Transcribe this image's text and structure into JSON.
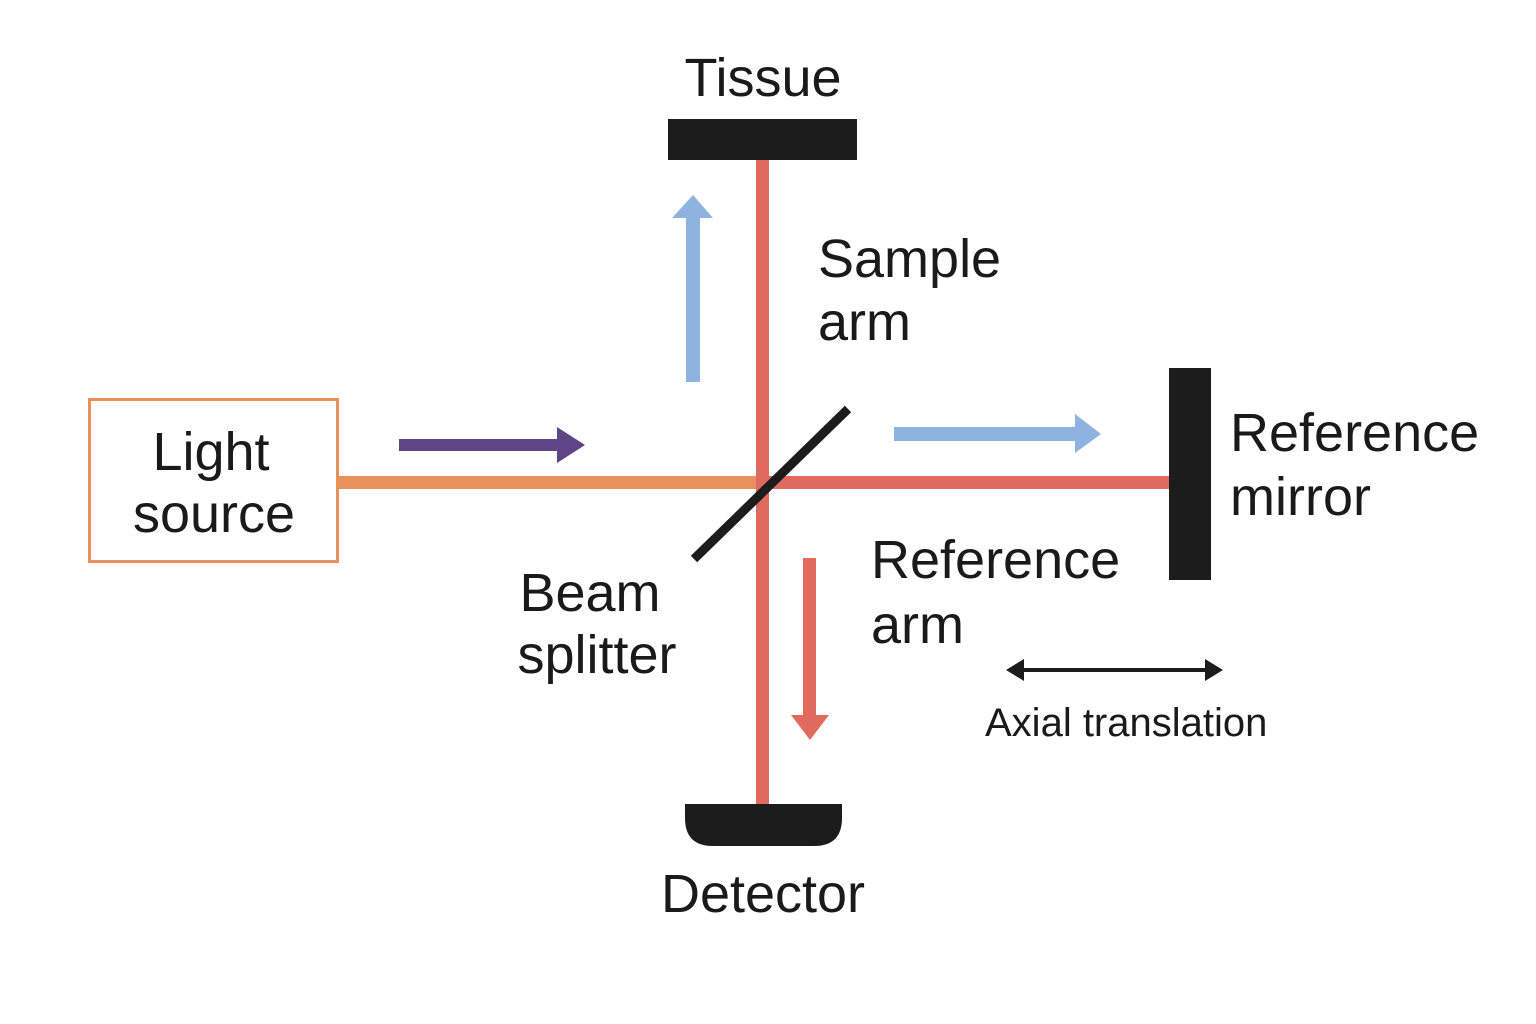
{
  "title": "Optical coherence tomography interferometer schematic",
  "colors": {
    "source_beam": "#E8915A",
    "interferometer_beam": "#E06A5E",
    "incident_arrow": "#5E4585",
    "propagation_arrow": "#8FB3E0",
    "return_arrow": "#E06A5E",
    "component": "#1c1c1c"
  },
  "labels": {
    "light_source": [
      "Light",
      "source"
    ],
    "tissue": "Tissue",
    "sample_arm": [
      "Sample",
      "arm"
    ],
    "reference_mirror": [
      "Reference",
      "mirror"
    ],
    "reference_arm": [
      "Reference",
      "arm"
    ],
    "beam_splitter": [
      "Beam",
      "splitter"
    ],
    "detector": "Detector",
    "axial_translation": "Axial translation"
  },
  "components": [
    {
      "id": "light-source",
      "shape": "box"
    },
    {
      "id": "beam-splitter",
      "shape": "diagonal-plate"
    },
    {
      "id": "tissue",
      "shape": "bar"
    },
    {
      "id": "reference-mirror",
      "shape": "bar"
    },
    {
      "id": "detector",
      "shape": "cup"
    }
  ],
  "arrows": [
    {
      "id": "incident",
      "direction": "right",
      "color_key": "incident_arrow"
    },
    {
      "id": "to-sample",
      "direction": "up",
      "color_key": "propagation_arrow"
    },
    {
      "id": "to-reference",
      "direction": "right",
      "color_key": "propagation_arrow"
    },
    {
      "id": "to-detector",
      "direction": "down",
      "color_key": "return_arrow"
    },
    {
      "id": "axial-translation",
      "direction": "both-horizontal",
      "color_key": "component"
    }
  ]
}
